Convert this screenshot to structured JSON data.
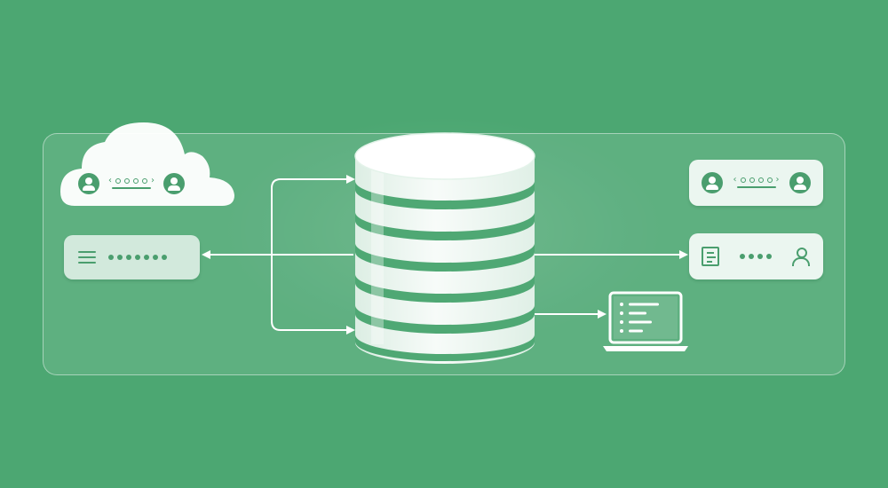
{
  "colors": {
    "background": "#4ca772",
    "accent": "#4a9e6e",
    "node_fill": "#ffffff",
    "cylinder_stripe": "#4fa874"
  },
  "diagram": {
    "nodes": [
      {
        "id": "cloud-node",
        "kind": "cloud",
        "icons": [
          "user-avatar-icon",
          "chevron-left-icon",
          "dots",
          "chevron-right-icon",
          "user-avatar-icon"
        ]
      },
      {
        "id": "list-node",
        "kind": "card",
        "icons": [
          "hamburger-icon",
          "dots"
        ]
      },
      {
        "id": "database",
        "kind": "cylinder",
        "stripes": 6
      },
      {
        "id": "user-pair-node",
        "kind": "card",
        "icons": [
          "user-avatar-icon",
          "chevron-left-icon",
          "dots",
          "chevron-right-icon",
          "user-avatar-icon"
        ]
      },
      {
        "id": "doc-user-node",
        "kind": "card",
        "icons": [
          "document-icon",
          "dots",
          "user-outline-icon"
        ]
      },
      {
        "id": "laptop",
        "kind": "device",
        "icons": [
          "laptop-icon",
          "list-lines"
        ]
      }
    ],
    "edges": [
      {
        "from": "database",
        "to": "list-node",
        "style": "arrow"
      },
      {
        "from": "list-node",
        "to": "database",
        "style": "arrow-branch-top"
      },
      {
        "from": "list-node",
        "to": "database",
        "style": "arrow-branch-bottom"
      },
      {
        "from": "database",
        "to": "doc-user-node",
        "style": "arrow"
      },
      {
        "from": "database",
        "to": "laptop",
        "style": "arrow"
      }
    ]
  }
}
